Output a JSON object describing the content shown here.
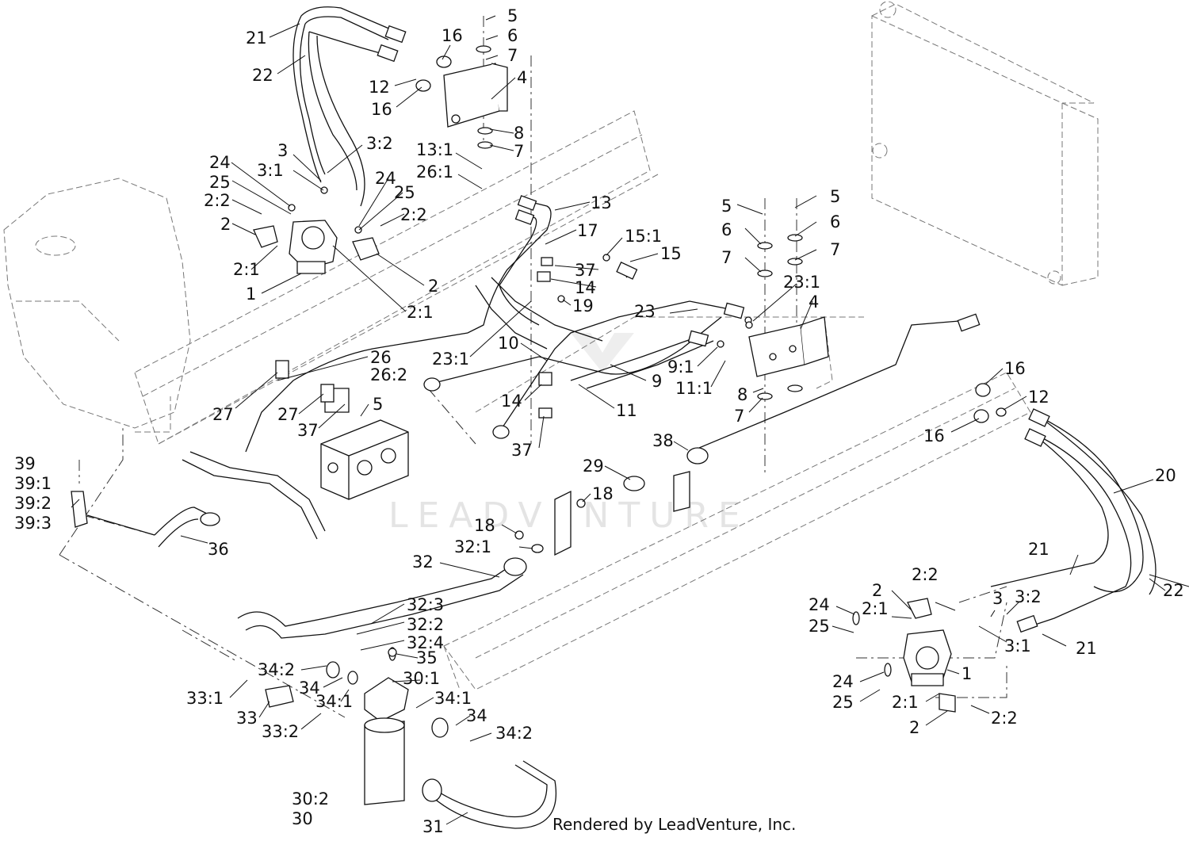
{
  "footer": "Rendered by LeadVenture, Inc.",
  "watermark": "LEADVENTURE",
  "callouts": [
    {
      "text": "21"
    },
    {
      "text": "22"
    },
    {
      "text": "16"
    },
    {
      "text": "5"
    },
    {
      "text": "6"
    },
    {
      "text": "7"
    },
    {
      "text": "12"
    },
    {
      "text": "4"
    },
    {
      "text": "16"
    },
    {
      "text": "8"
    },
    {
      "text": "7"
    },
    {
      "text": "3"
    },
    {
      "text": "3:2"
    },
    {
      "text": "24"
    },
    {
      "text": "3:1"
    },
    {
      "text": "25"
    },
    {
      "text": "2:2"
    },
    {
      "text": "2"
    },
    {
      "text": "24"
    },
    {
      "text": "25"
    },
    {
      "text": "2:2"
    },
    {
      "text": "2:1"
    },
    {
      "text": "1"
    },
    {
      "text": "2"
    },
    {
      "text": "2:1"
    },
    {
      "text": "13:1"
    },
    {
      "text": "26:1"
    },
    {
      "text": "13"
    },
    {
      "text": "17"
    },
    {
      "text": "15:1"
    },
    {
      "text": "15"
    },
    {
      "text": "37"
    },
    {
      "text": "14"
    },
    {
      "text": "19"
    },
    {
      "text": "23:1"
    },
    {
      "text": "10"
    },
    {
      "text": "26"
    },
    {
      "text": "26:2"
    },
    {
      "text": "27"
    },
    {
      "text": "27"
    },
    {
      "text": "37"
    },
    {
      "text": "5"
    },
    {
      "text": "14"
    },
    {
      "text": "37"
    },
    {
      "text": "11"
    },
    {
      "text": "9"
    },
    {
      "text": "9:1"
    },
    {
      "text": "11:1"
    },
    {
      "text": "23"
    },
    {
      "text": "5"
    },
    {
      "text": "5"
    },
    {
      "text": "6"
    },
    {
      "text": "6"
    },
    {
      "text": "7"
    },
    {
      "text": "7"
    },
    {
      "text": "23:1"
    },
    {
      "text": "4"
    },
    {
      "text": "8"
    },
    {
      "text": "7"
    },
    {
      "text": "16"
    },
    {
      "text": "12"
    },
    {
      "text": "16"
    },
    {
      "text": "38"
    },
    {
      "text": "29"
    },
    {
      "text": "18"
    },
    {
      "text": "18"
    },
    {
      "text": "32:1"
    },
    {
      "text": "20"
    },
    {
      "text": "39"
    },
    {
      "text": "39:1"
    },
    {
      "text": "39:2"
    },
    {
      "text": "39:3"
    },
    {
      "text": "36"
    },
    {
      "text": "32"
    },
    {
      "text": "32:3"
    },
    {
      "text": "32:2"
    },
    {
      "text": "32:4"
    },
    {
      "text": "35"
    },
    {
      "text": "34:2"
    },
    {
      "text": "30:1"
    },
    {
      "text": "34"
    },
    {
      "text": "33:1"
    },
    {
      "text": "34:1"
    },
    {
      "text": "34:1"
    },
    {
      "text": "33"
    },
    {
      "text": "34"
    },
    {
      "text": "33:2"
    },
    {
      "text": "34:2"
    },
    {
      "text": "30:2"
    },
    {
      "text": "30"
    },
    {
      "text": "31"
    },
    {
      "text": "21"
    },
    {
      "text": "2:2"
    },
    {
      "text": "2"
    },
    {
      "text": "3"
    },
    {
      "text": "3:2"
    },
    {
      "text": "22"
    },
    {
      "text": "2:1"
    },
    {
      "text": "24"
    },
    {
      "text": "25"
    },
    {
      "text": "3:1"
    },
    {
      "text": "21"
    },
    {
      "text": "1"
    },
    {
      "text": "24"
    },
    {
      "text": "25"
    },
    {
      "text": "2:1"
    },
    {
      "text": "2:2"
    },
    {
      "text": "2"
    }
  ]
}
